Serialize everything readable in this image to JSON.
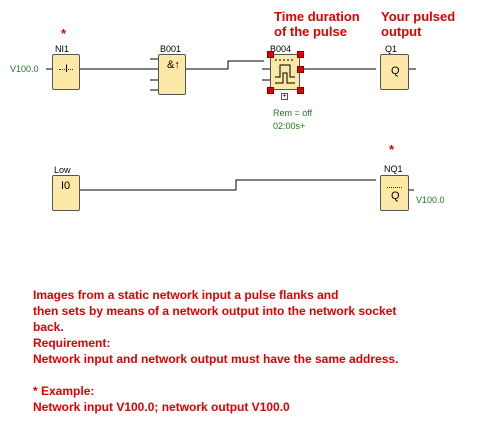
{
  "annotations": {
    "time_duration_line1": "Time duration",
    "time_duration_line2": "of the pulse",
    "pulsed_output_line1": "Your pulsed",
    "pulsed_output_line2": "output",
    "star": "*"
  },
  "blocks": {
    "ni1": {
      "label": "NI1",
      "symbol": "I",
      "input_value": "V100.0"
    },
    "b001": {
      "label": "B001",
      "symbol": "&↑"
    },
    "b004": {
      "label": "B004",
      "rem": "Rem = off",
      "time": "02:00s+"
    },
    "q1": {
      "label": "Q1",
      "symbol": "Q"
    },
    "low": {
      "label": "Low",
      "symbol": "I0"
    },
    "nq1": {
      "label": "NQ1",
      "symbol": "Q",
      "output_value": "V100.0"
    }
  },
  "description": {
    "line1": "Images from a static network input a pulse flanks and",
    "line2": "then sets by means of a network output into the network socket",
    "line3": "back.",
    "line4": "Requirement:",
    "line5": "Network input and network output must have the same address.",
    "line6": "* Example:",
    "line7": "Network input V100.0; network output V100.0"
  },
  "colors": {
    "annotation_red": "#e00000",
    "block_fill": "#fce9a8",
    "value_green": "#1a7a1a"
  }
}
